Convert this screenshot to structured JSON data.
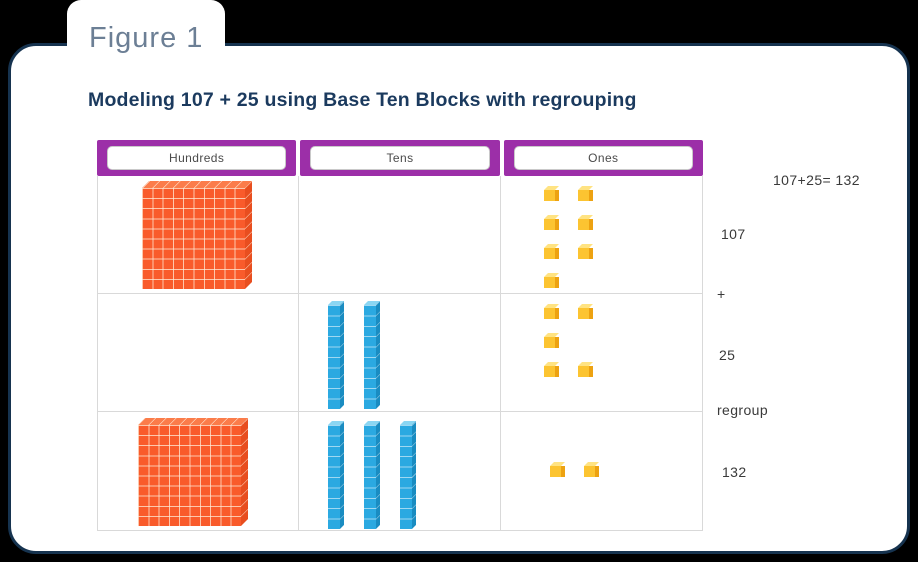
{
  "figure_label": "Figure 1",
  "title": "Modeling 107 + 25 using Base Ten Blocks with regrouping",
  "table": {
    "columns": [
      "Hundreds",
      "Tens",
      "Ones"
    ],
    "rows": [
      {
        "hundreds": 1,
        "tens": 0,
        "ones": 7,
        "ones_pattern": [
          [
            1,
            1
          ],
          [
            1,
            1
          ],
          [
            1,
            1
          ],
          [
            1,
            0
          ]
        ]
      },
      {
        "hundreds": 0,
        "tens": 2,
        "ones": 5,
        "ones_pattern": [
          [
            1,
            1
          ],
          [
            1,
            0
          ],
          [
            1,
            1
          ]
        ]
      },
      {
        "hundreds": 1,
        "tens": 3,
        "ones": 2,
        "ones_pattern": [
          [
            1,
            1
          ]
        ]
      }
    ]
  },
  "annotations": {
    "equation": "107+25= 132",
    "addend1": "107",
    "operator": "+",
    "addend2": "25",
    "regroup_label": "regroup",
    "sum": "132"
  },
  "colors": {
    "navy": "#16334F",
    "purple": "#9C2FA8",
    "orange": "#F95B2B",
    "blue": "#2BA9E1",
    "yellow": "#FCC431",
    "title_text": "#1B3A5E",
    "figure_label_text": "#6C7F95"
  }
}
